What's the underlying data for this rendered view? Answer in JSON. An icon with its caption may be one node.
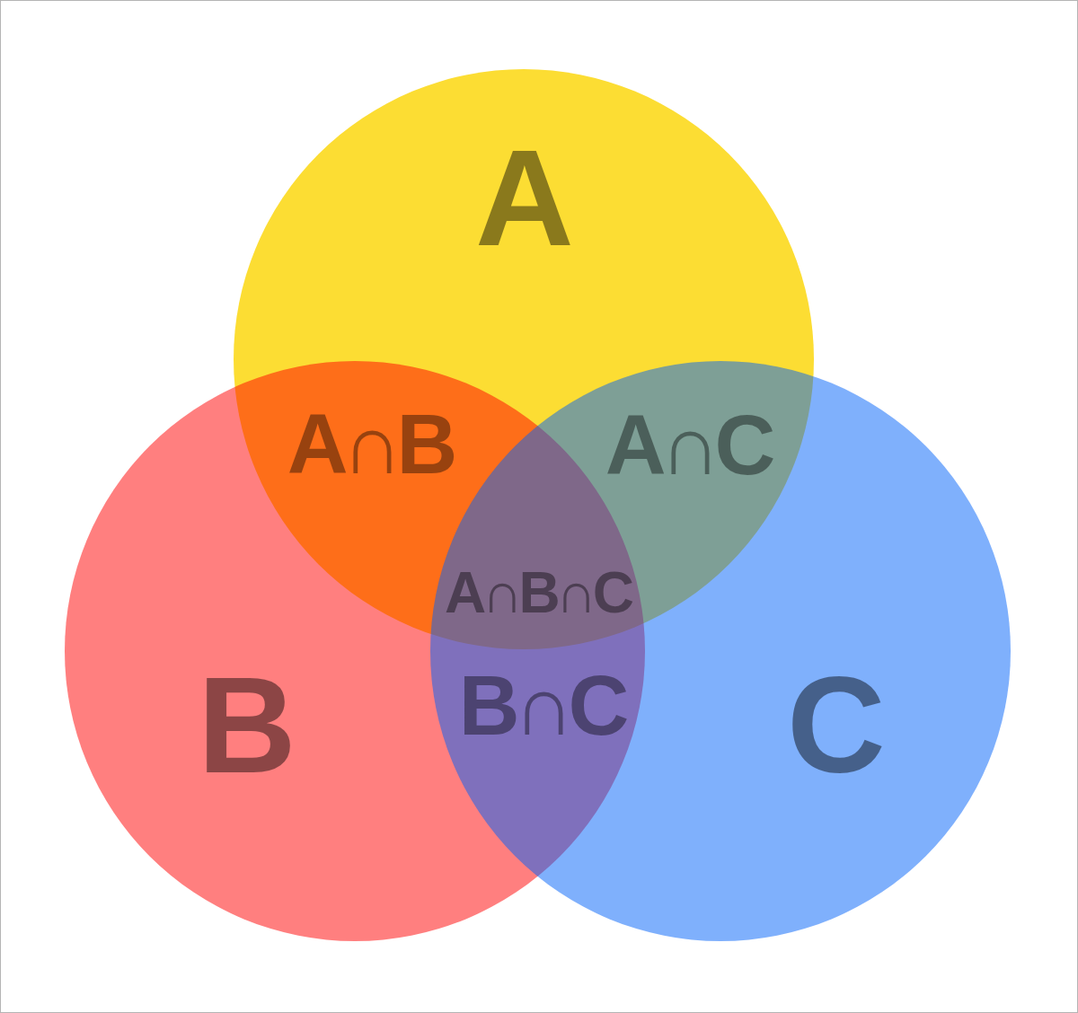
{
  "diagram": {
    "nodes": [
      {
        "text": [
          "A"
        ]
      },
      {
        "text": [
          "B"
        ]
      },
      {
        "text": [
          "C"
        ]
      }
    ],
    "labels": [
      "A∩B",
      "A∩C",
      "A∩B∩C",
      "B∩C"
    ]
  }
}
